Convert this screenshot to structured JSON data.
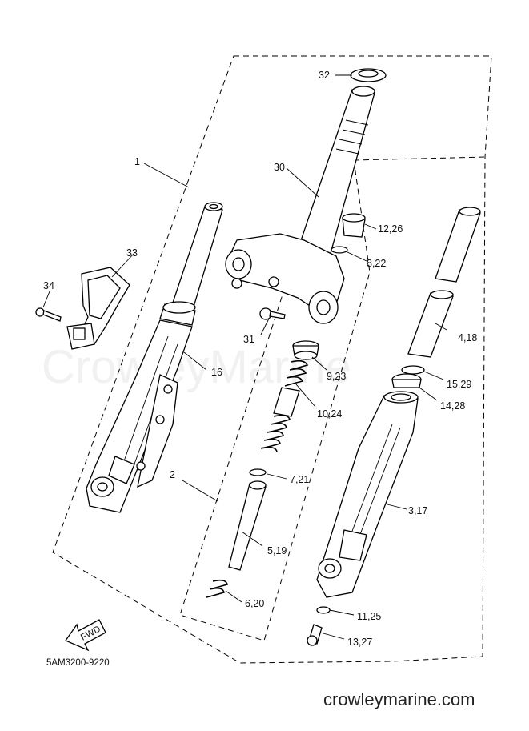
{
  "callouts": {
    "c1": "1",
    "c2": "2",
    "c3_17": "3,17",
    "c4_18": "4,18",
    "c5_19": "5,19",
    "c6_20": "6,20",
    "c7_21": "7,21",
    "c8_22": "8,22",
    "c9_23": "9,23",
    "c10_24": "10,24",
    "c11_25": "11,25",
    "c12_26": "12,26",
    "c13_27": "13,27",
    "c14_28": "14,28",
    "c15_29": "15,29",
    "c16": "16",
    "c30": "30",
    "c31": "31",
    "c32": "32",
    "c33": "33",
    "c34": "34"
  },
  "fwd_label": "FWD",
  "diagram_code": "5AM3200-9220",
  "watermark": "CrowleyMarine",
  "site_footer": "crowleymarine.com"
}
